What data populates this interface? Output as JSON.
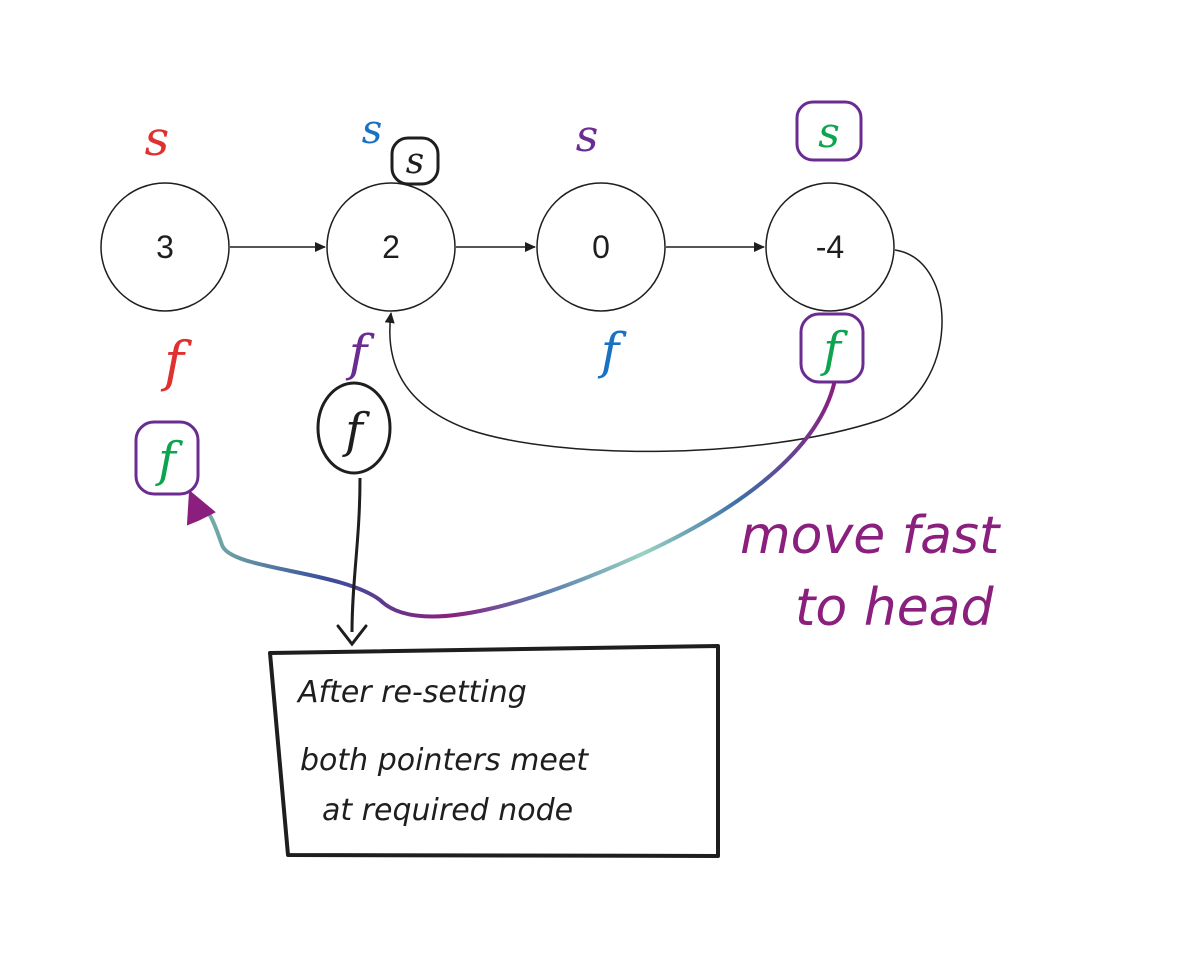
{
  "colors": {
    "red": "#e03131",
    "blue": "#1971c2",
    "purple": "#6a2c91",
    "green": "#0ca44e",
    "black": "#1e1e1e",
    "magenta": "#8a1f7e"
  },
  "nodes": [
    {
      "label": "3"
    },
    {
      "label": "2"
    },
    {
      "label": "0"
    },
    {
      "label": "-4"
    }
  ],
  "slow_marks": {
    "node0": "s",
    "node1": "s",
    "node1_boxed": "s",
    "node2": "s",
    "node3_boxed": "s"
  },
  "fast_marks": {
    "node0": "f",
    "node0_boxed": "f",
    "node1": "f",
    "node1_circled": "f",
    "node2": "f",
    "node3_boxed": "f"
  },
  "note": {
    "line1": "After re-setting",
    "line2": "both pointers meet",
    "line3": "at required node"
  },
  "annotation": {
    "line1": "move fast",
    "line2": "to head"
  }
}
